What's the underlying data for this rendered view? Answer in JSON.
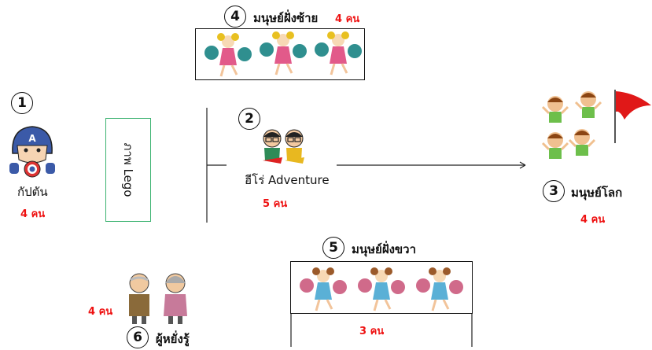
{
  "nodes": {
    "captain": {
      "number": "1",
      "label": "กัปตัน",
      "count": "4 คน"
    },
    "hero": {
      "number": "2",
      "label": "ฮีโร่ Adventure",
      "count": "5 คน"
    },
    "world": {
      "number": "3",
      "label": "มนุษย์โลก",
      "count": "4 คน"
    },
    "left_side": {
      "number": "4",
      "label": "มนุษย์ฝั่งซ้าย",
      "count": "4 คน"
    },
    "right_side": {
      "number": "5",
      "label": "มนุษย์ฝั่งขวา",
      "count": "3 คน"
    },
    "elders": {
      "number": "6",
      "label": "ผู้หยั่งรู้",
      "count": "4 คน"
    }
  },
  "lego_box": {
    "label": "ภาพ Lego"
  },
  "colors": {
    "accent_red": "#e11111",
    "lego_border": "#3cb371",
    "flag": "#e01818"
  },
  "icons": [
    "captain-america-icon",
    "hero-kids-icon",
    "world-people-icon",
    "red-flag-icon",
    "cheerleader-yellow-icon",
    "cheerleader-pink-icon",
    "elder-man-icon",
    "elder-woman-icon"
  ]
}
